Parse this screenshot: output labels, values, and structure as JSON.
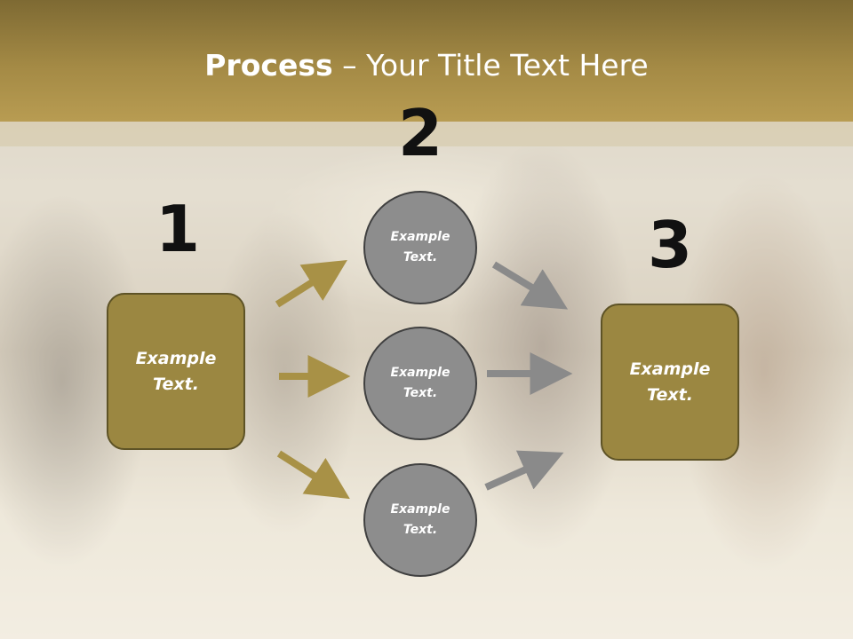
{
  "slide": {
    "title_bold": "Process",
    "title_rest": " – Your Title Text Here"
  },
  "steps": {
    "one": "1",
    "two": "2",
    "three": "3"
  },
  "nodes": {
    "left_box": "Example Text.",
    "circle_top": "Example Text.",
    "circle_middle": "Example Text.",
    "circle_bottom": "Example Text.",
    "right_box": "Example Text."
  },
  "colors": {
    "header": "#a48a45",
    "box_fill": "#9b8741",
    "circle_fill": "#8d8d8d",
    "gold_arrow": "#a89146",
    "gray_arrow": "#8a8a8a",
    "number_text": "#111111"
  }
}
